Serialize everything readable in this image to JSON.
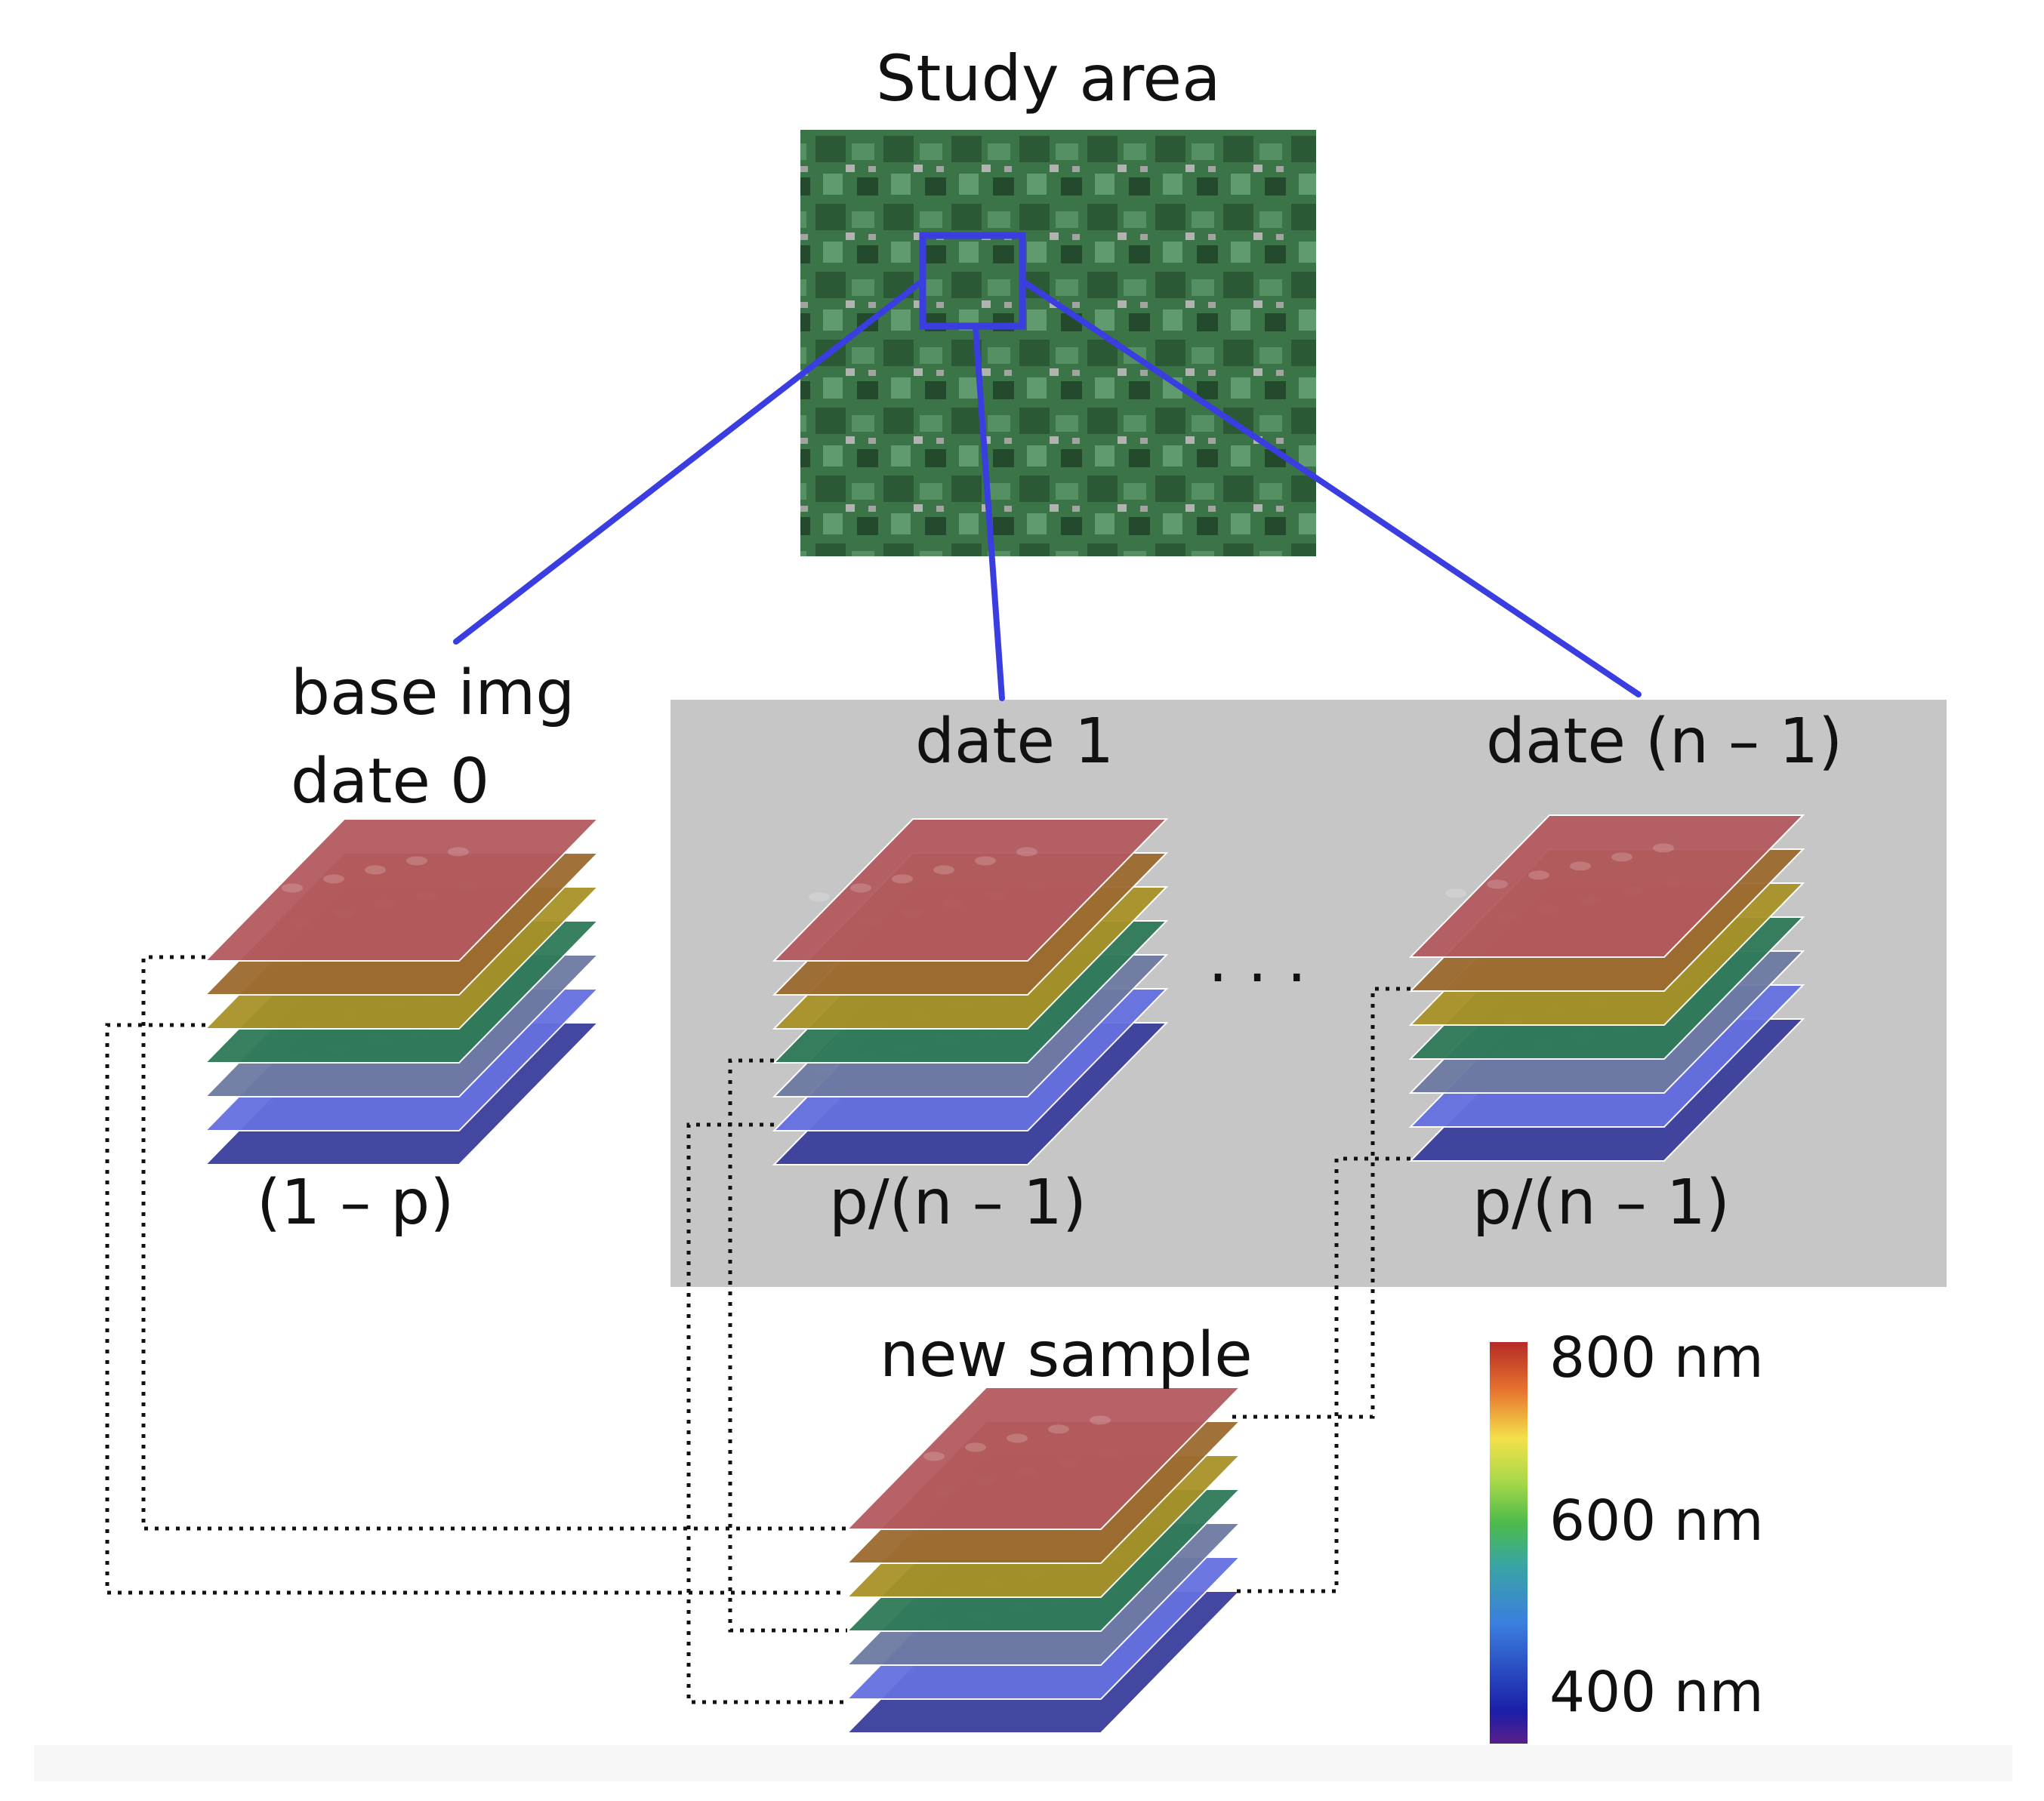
{
  "title": "Study area",
  "base": {
    "line1": "base img",
    "line2": "date 0",
    "weight": "(1 – p)"
  },
  "date1": {
    "label": "date 1",
    "weight": "p/(n – 1)"
  },
  "dateN": {
    "label": "date (n – 1)",
    "weight": "p/(n – 1)"
  },
  "ellipsis": ". . .",
  "new_sample": "new sample",
  "colorbar": {
    "top": "800 nm",
    "mid": "600 nm",
    "bottom": "400 nm"
  },
  "colors": {
    "panel": "#c6c6c6",
    "connector": "#3a3ee0",
    "band_colors": [
      "#b45a5e",
      "#9c6a30",
      "#a89228",
      "#2e7a58",
      "#6e7aa2",
      "#6670e0",
      "#3a3e9a"
    ]
  }
}
